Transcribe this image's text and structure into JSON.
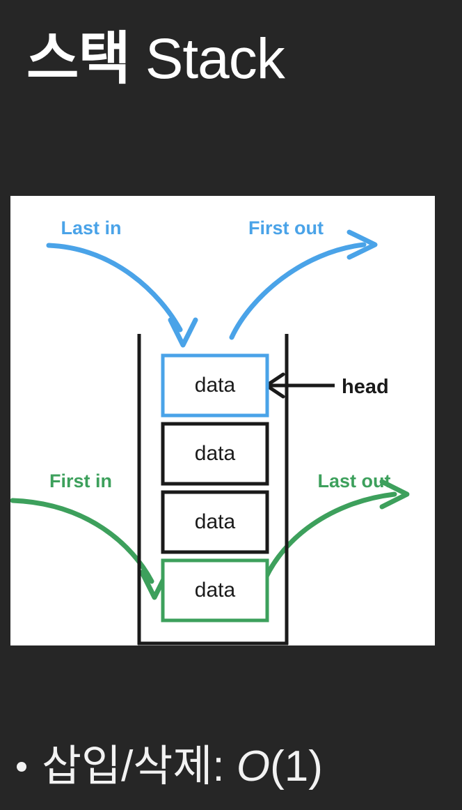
{
  "slide": {
    "background_color": "#262626",
    "text_color": "#ffffff",
    "title_korean": "스택",
    "title_english": "Stack"
  },
  "diagram": {
    "panel_background": "#ffffff",
    "colors": {
      "blue": "#4aa3e8",
      "green": "#3da05c",
      "black": "#1a1a1a"
    },
    "labels": {
      "last_in": "Last in",
      "first_out": "First out",
      "first_in": "First in",
      "last_out": "Last out",
      "head": "head"
    },
    "boxes": [
      {
        "text": "data",
        "border_color": "#4aa3e8",
        "position": "top"
      },
      {
        "text": "data",
        "border_color": "#1a1a1a",
        "position": "second"
      },
      {
        "text": "data",
        "border_color": "#1a1a1a",
        "position": "third"
      },
      {
        "text": "data",
        "border_color": "#3da05c",
        "position": "bottom"
      }
    ]
  },
  "bullets": [
    {
      "prefix": "삽입/삭제: ",
      "complexity_symbol": "O",
      "complexity_arg": "(1)"
    }
  ]
}
